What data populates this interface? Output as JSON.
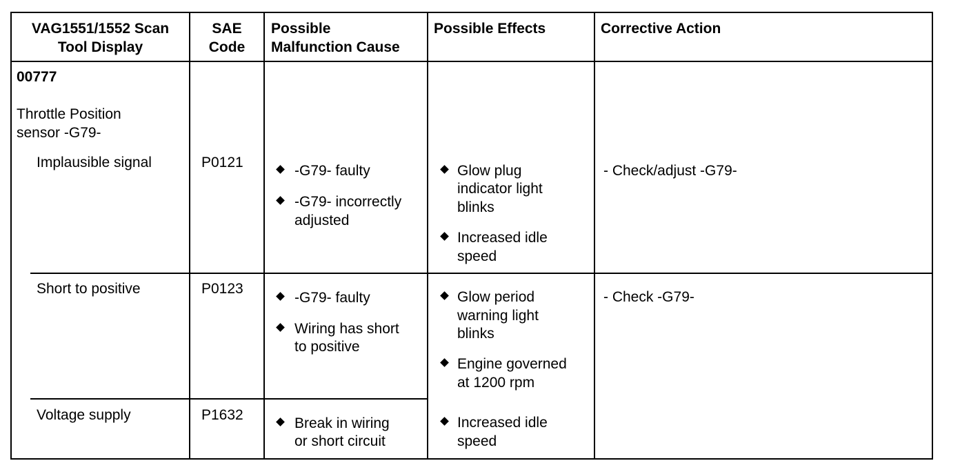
{
  "headers": {
    "scan_tool": [
      "VAG1551/1552 Scan",
      "Tool Display"
    ],
    "sae": [
      "SAE",
      "Code"
    ],
    "cause": [
      "Possible",
      "Malfunction Cause"
    ],
    "effects": "Possible Effects",
    "action": "Corrective Action"
  },
  "fault": {
    "code": "00777",
    "name": [
      "Throttle Position",
      "sensor -G79-"
    ]
  },
  "rows": [
    {
      "display": "Implausible signal",
      "sae": "P0121",
      "causes": [
        [
          "-G79- faulty"
        ],
        [
          "-G79- incorrectly",
          "adjusted"
        ]
      ],
      "effects": [
        [
          "Glow plug",
          "indicator light",
          "blinks"
        ],
        [
          "Increased idle",
          "speed"
        ]
      ],
      "action": "- Check/adjust -G79-"
    },
    {
      "display": "Short to positive",
      "sae": "P0123",
      "causes": [
        [
          "-G79- faulty"
        ],
        [
          "Wiring has short",
          "to positive"
        ]
      ],
      "effects": [
        [
          "Glow period",
          "warning light",
          "blinks"
        ],
        [
          "Engine governed",
          "at 1200 rpm"
        ]
      ],
      "action": "- Check -G79-"
    },
    {
      "display": "Voltage supply",
      "sae": "P1632",
      "causes": [
        [
          "Break in wiring",
          "or short circuit"
        ]
      ],
      "effects": [
        [
          "Increased idle",
          "speed"
        ]
      ]
    }
  ]
}
